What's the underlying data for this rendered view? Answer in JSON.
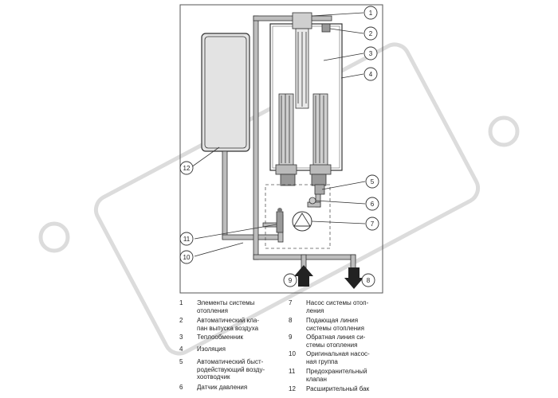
{
  "callouts": [
    "1",
    "2",
    "3",
    "4",
    "5",
    "6",
    "7",
    "8",
    "9",
    "10",
    "11",
    "12"
  ],
  "legend_left": [
    {
      "num": "1",
      "text": "Элементы системы\nотопления"
    },
    {
      "num": "2",
      "text": "Автоматический кла-\nпан выпуска воздуха"
    },
    {
      "num": "3",
      "text": "Теплообменник"
    },
    {
      "num": "4",
      "text": "Изоляция"
    },
    {
      "num": "5",
      "text": "Автоматический быст-\nродействующий возду-\nхоотводчик"
    },
    {
      "num": "6",
      "text": "Датчик давления"
    }
  ],
  "legend_right": [
    {
      "num": "7",
      "text": "Насос системы отоп-\nления"
    },
    {
      "num": "8",
      "text": "Подающая линия\nсистемы отопления"
    },
    {
      "num": "9",
      "text": "Обратная линия си-\nстемы отопления"
    },
    {
      "num": "10",
      "text": "Оригинальная насос-\nная группа"
    },
    {
      "num": "11",
      "text": "Предохранительный\nклапан"
    },
    {
      "num": "12",
      "text": "Расширительный бак"
    }
  ],
  "colors": {
    "line": "#333333",
    "pipe_fill": "#bdbdbd",
    "tank_fill": "#e3e3e3",
    "watermark": "#d9d9d9"
  }
}
